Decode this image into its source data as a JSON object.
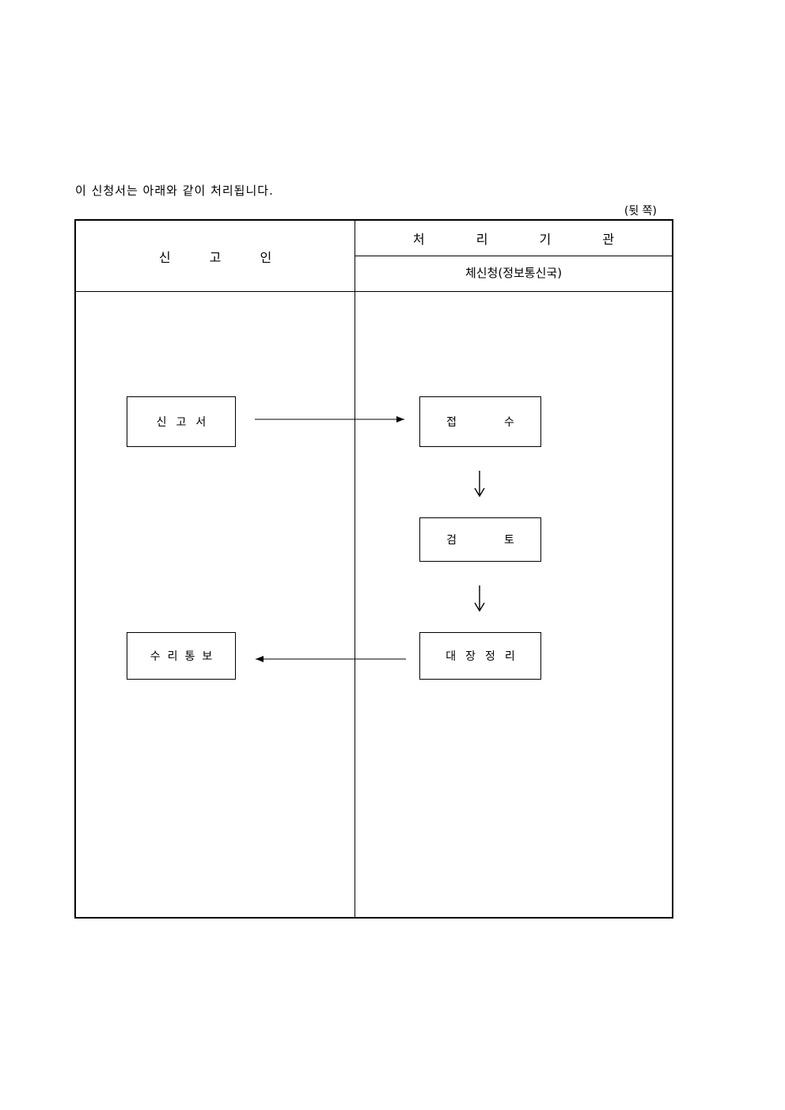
{
  "intro_text": "이 신청서는 아래와 같이 처리됩니다.",
  "page_side": "(뒷 쪽)",
  "header": {
    "applicant": "신 고 인",
    "agency": "처 리 기 관",
    "agency_name": "체신청(정보통신국)"
  },
  "flow": {
    "report": "신고서",
    "receive": "접수",
    "review": "검토",
    "ledger": "대장정리",
    "notice": "수리통보"
  }
}
